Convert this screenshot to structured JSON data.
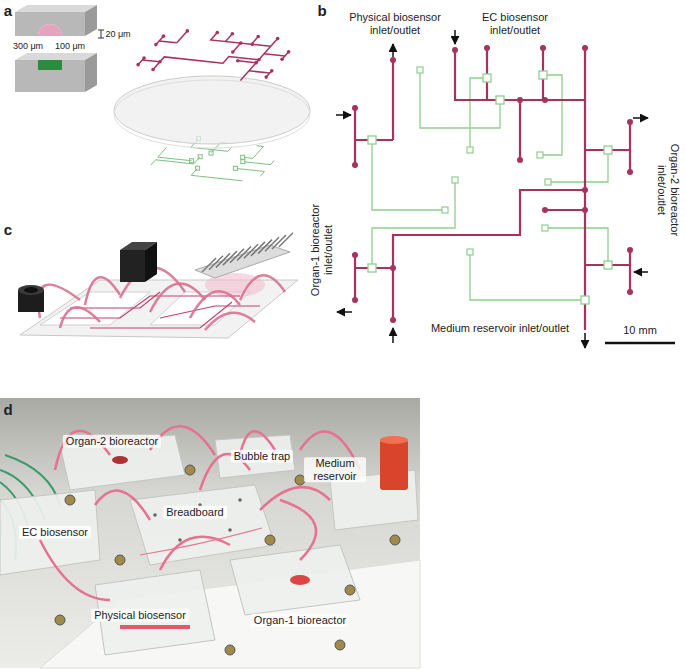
{
  "diagram": {
    "labels": [
      "a",
      "300 μm",
      "20 μm",
      "100 μm",
      "b",
      "Physical biosensor inlet/outlet",
      "EC biosensor inlet/outlet",
      "Organ-1 bioreactor inlet/outlet",
      "Organ-2 bioreactor inlet/outlet",
      "Medium reservoir inlet/outlet",
      "10 mm",
      "c",
      "d",
      "Organ-2 bioreactor",
      "Bubble trap",
      "Medium reservoir",
      "EC biosensor",
      "Breadboard",
      "Physical biosensor",
      "Organ-1 bioreactor"
    ]
  }
}
